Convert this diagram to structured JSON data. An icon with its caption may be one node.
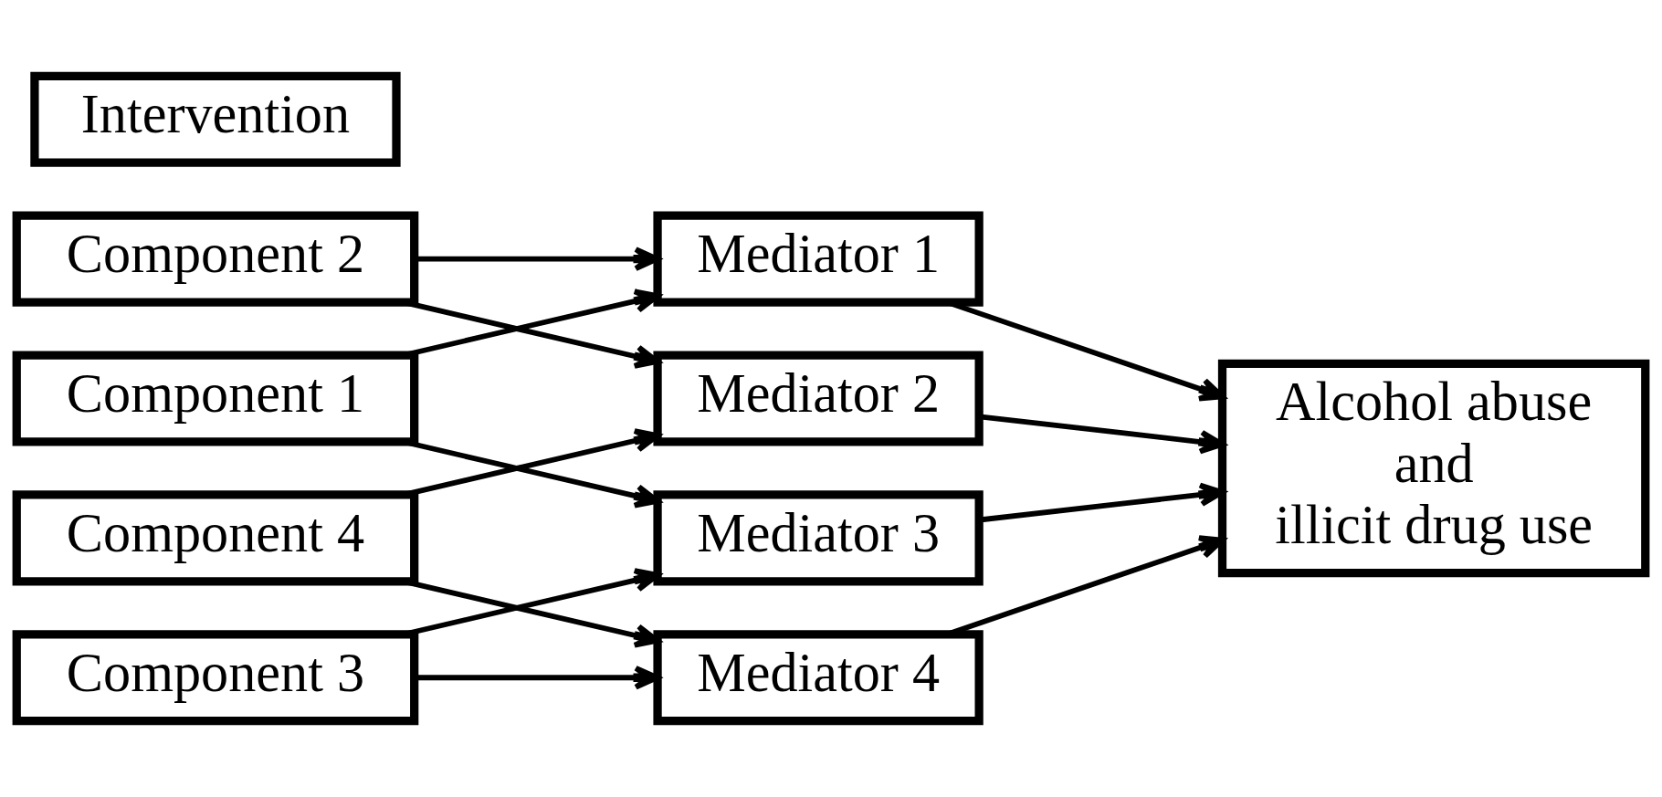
{
  "diagram": {
    "nodes": [
      {
        "text": [
          "Component 1"
        ]
      },
      {
        "text": [
          "Component 2"
        ]
      },
      {
        "text": [
          "Component 3"
        ]
      },
      {
        "text": [
          "Component 4"
        ]
      },
      {
        "text": [
          "Intervention"
        ]
      },
      {
        "text": [
          "Mediator 1"
        ]
      },
      {
        "text": [
          "Mediator 2"
        ]
      },
      {
        "text": [
          "Mediator 3"
        ]
      },
      {
        "text": [
          "Mediator 4"
        ]
      },
      {
        "text": [
          "Alcohol abuse and illicit drug use"
        ]
      }
    ],
    "edges": [
      {
        "from": 0,
        "to": 5,
        "arrow": "to"
      },
      {
        "from": 0,
        "to": 7,
        "arrow": "to"
      },
      {
        "from": 1,
        "to": 5,
        "arrow": "to"
      },
      {
        "from": 1,
        "to": 6,
        "arrow": "to"
      },
      {
        "from": 2,
        "to": 7,
        "arrow": "to"
      },
      {
        "from": 2,
        "to": 8,
        "arrow": "to"
      },
      {
        "from": 3,
        "to": 6,
        "arrow": "to"
      },
      {
        "from": 3,
        "to": 8,
        "arrow": "to"
      },
      {
        "from": 5,
        "to": 9,
        "arrow": "to"
      },
      {
        "from": 6,
        "to": 9,
        "arrow": "to"
      },
      {
        "from": 7,
        "to": 9,
        "arrow": "to"
      },
      {
        "from": 8,
        "to": 9,
        "arrow": "to"
      }
    ]
  }
}
